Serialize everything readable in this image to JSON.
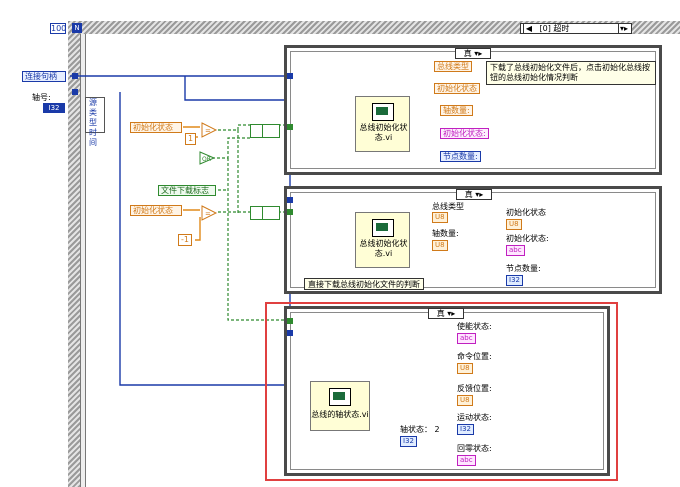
{
  "loop_count_const": "100",
  "outer_case_selector": "[0] 超时",
  "controls": {
    "connect_handle": "连接句柄",
    "axis_label": "轴号:",
    "axis_type": "I32",
    "init_status_ref_1": "初始化状态",
    "init_status_ref_2": "初始化状态",
    "file_download_flag": "文件下载标志"
  },
  "constants": {
    "one": "1",
    "minus_one": "-1"
  },
  "cluster": {
    "items": [
      "源",
      "类型",
      "时间"
    ]
  },
  "case1": {
    "selector": "真",
    "comment": "下载了总线初始化文件后，点击初始化总线按钮的总线初始化情况判断",
    "vi_name": "总线初始化状态.vi",
    "outputs": [
      "总线类型",
      "初始化状态",
      "轴数量:",
      "初始化状态:",
      "节点数量:"
    ]
  },
  "case2": {
    "selector": "真",
    "comment": "直接下载总线初始化文件的判断",
    "vi_name": "总线初始化状态.vi",
    "labels": [
      "总线类型",
      "轴数量:",
      "初始化状态",
      "初始化状态:",
      "节点数量:"
    ],
    "types": [
      "U8",
      "U8",
      "U8",
      "abc",
      "I32"
    ]
  },
  "case3": {
    "selector": "真",
    "vi_name": "总线的轴状态.vi",
    "axis_state_label": "轴状态：",
    "axis_state_index": "2",
    "axis_state_type": "I32",
    "labels": [
      "使能状态:",
      "命令位置:",
      "反馈位置:",
      "运动状态:",
      "回零状态:"
    ],
    "types": [
      "abc",
      "U8",
      "U8",
      "I32",
      "abc"
    ]
  },
  "colors": {
    "highlight_box": "#e04040",
    "wire_blue": "#1a3aa8",
    "wire_orange": "#e08a1a",
    "wire_pink": "#d020d0",
    "wire_green": "#2f8a2f"
  }
}
